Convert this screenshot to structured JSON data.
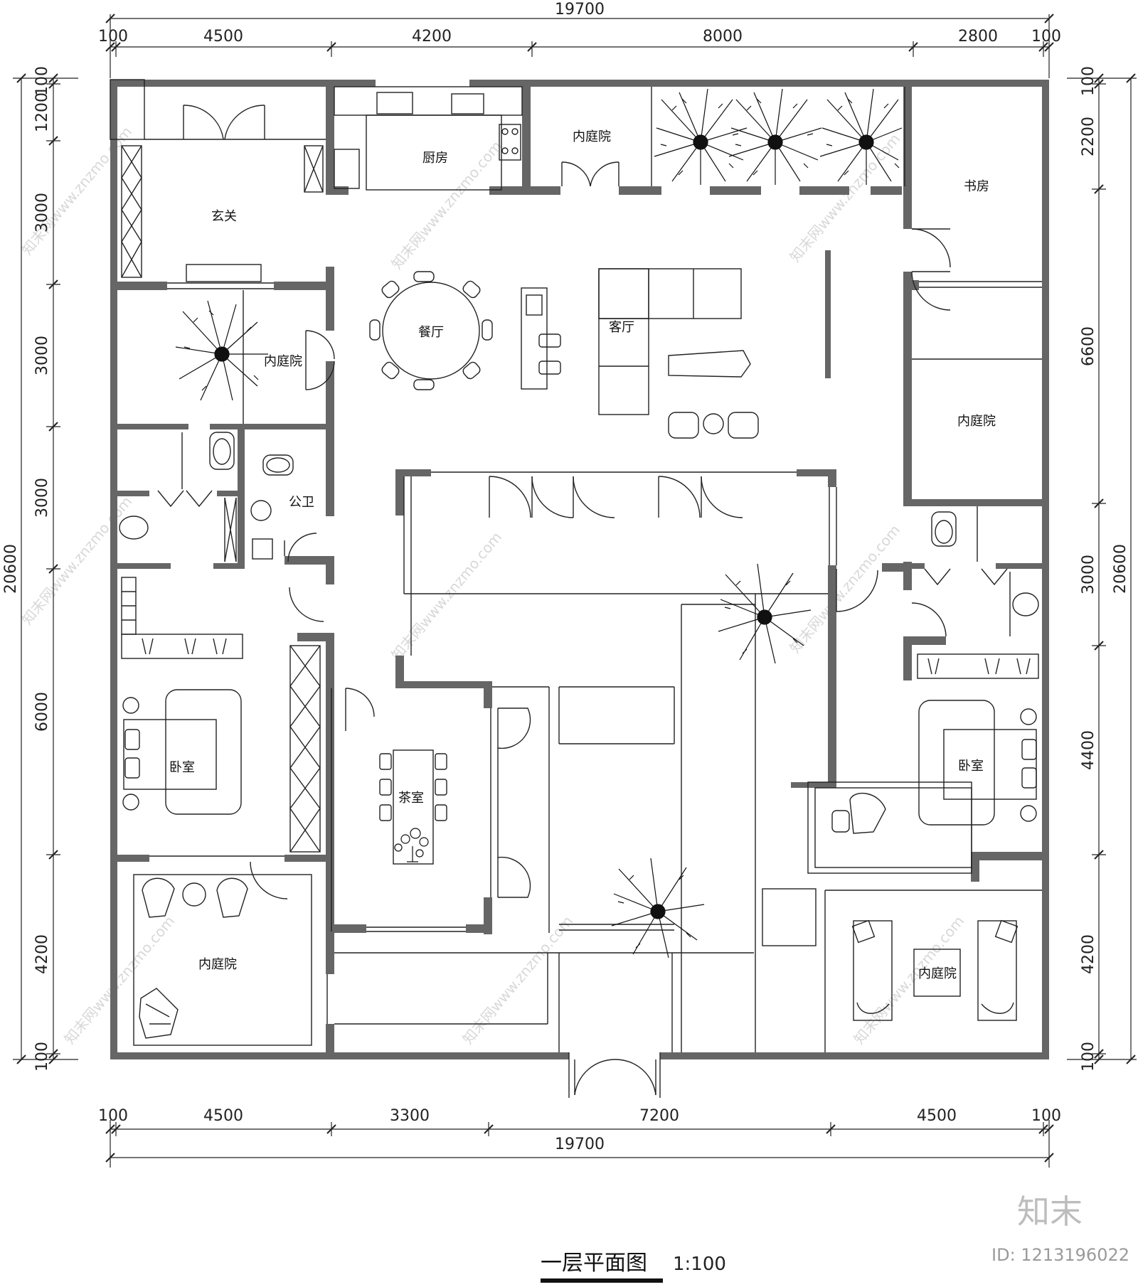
{
  "drawing": {
    "title": "一层平面图",
    "scale": "1:100",
    "logo": "知末",
    "id_label": "ID: 1213196022",
    "watermark": "知末网www.znzmo.com"
  },
  "dimensions": {
    "top_total": "19700",
    "top": [
      "100",
      "4500",
      "4200",
      "8000",
      "2800",
      "100"
    ],
    "bottom": [
      "100",
      "4500",
      "3300",
      "7200",
      "4500",
      "100"
    ],
    "bottom_total": "19700",
    "left": [
      "100",
      "1200",
      "3000",
      "3000",
      "3000",
      "6000",
      "4200",
      "100"
    ],
    "left_total": "20600",
    "right": [
      "100",
      "2200",
      "6600",
      "3000",
      "4400",
      "4200",
      "100"
    ],
    "right_total": "20600"
  },
  "rooms": {
    "entry": "玄关",
    "kitchen": "厨房",
    "courtyard_top": "内庭院",
    "study": "书房",
    "dining": "餐厅",
    "living": "客厅",
    "courtyard_left": "内庭院",
    "courtyard_right": "内庭院",
    "public_wc": "公卫",
    "bedroom_left": "卧室",
    "tea_room": "茶室",
    "bedroom_right": "卧室",
    "courtyard_bottom_left": "内庭院",
    "courtyard_bottom_right": "内庭院"
  },
  "colors": {
    "wall": "#666666",
    "line": "#222222"
  }
}
